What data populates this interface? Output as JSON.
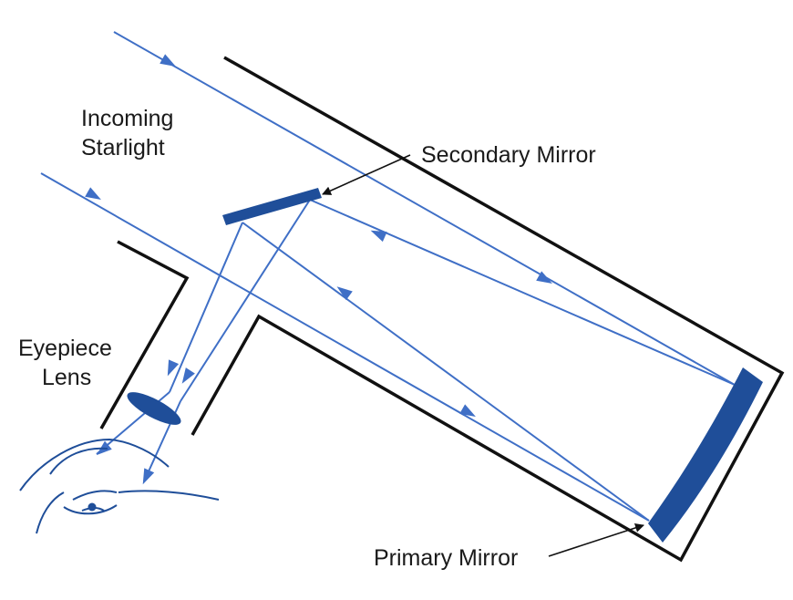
{
  "labels": {
    "incoming_starlight": [
      "Incoming",
      "Starlight"
    ],
    "secondary_mirror": "Secondary Mirror",
    "eyepiece_lens": [
      "Eyepiece",
      "Lens"
    ],
    "primary_mirror": "Primary Mirror"
  },
  "colors": {
    "ray": "#3f6fc6",
    "mirror": "#1f4e99",
    "outline": "#111111"
  },
  "icons": [
    "arrow-icon",
    "eye-icon"
  ]
}
